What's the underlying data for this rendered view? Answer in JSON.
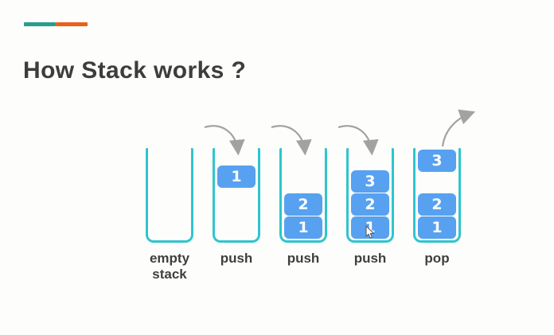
{
  "slide": {
    "title": "How Stack works ?",
    "accent": {
      "teal_dash_color": "#2a9d8f",
      "orange_dash_color": "#e8611c"
    }
  },
  "colors": {
    "background": "#fdfdfb",
    "container_border": "#2fc5cd",
    "block_fill": "#57a1f0",
    "block_text": "#ffffff",
    "arrow": "#a2a2a2",
    "title_text": "#3d3d3d",
    "label_text": "#3f3f3f"
  },
  "diagram": {
    "stages": [
      {
        "label": "empty stack",
        "label_lines": [
          "empty",
          "stack"
        ],
        "blocks": []
      },
      {
        "label": "push",
        "arrow": "push-arrow",
        "blocks": [
          {
            "value": "1"
          }
        ]
      },
      {
        "label": "push",
        "arrow": "push-arrow",
        "blocks": [
          {
            "value": "2"
          },
          {
            "value": "1"
          }
        ]
      },
      {
        "label": "push",
        "arrow": "push-arrow",
        "blocks": [
          {
            "value": "3"
          },
          {
            "value": "2"
          },
          {
            "value": "1"
          }
        ]
      },
      {
        "label": "pop",
        "arrow": "pop-arrow",
        "blocks": [
          {
            "value": "3"
          },
          {
            "value": "2"
          },
          {
            "value": "1"
          }
        ]
      }
    ],
    "icons": [
      "push-arrow-icon",
      "push-arrow-icon",
      "push-arrow-icon",
      "pop-arrow-icon",
      "mouse-cursor-icon"
    ]
  }
}
